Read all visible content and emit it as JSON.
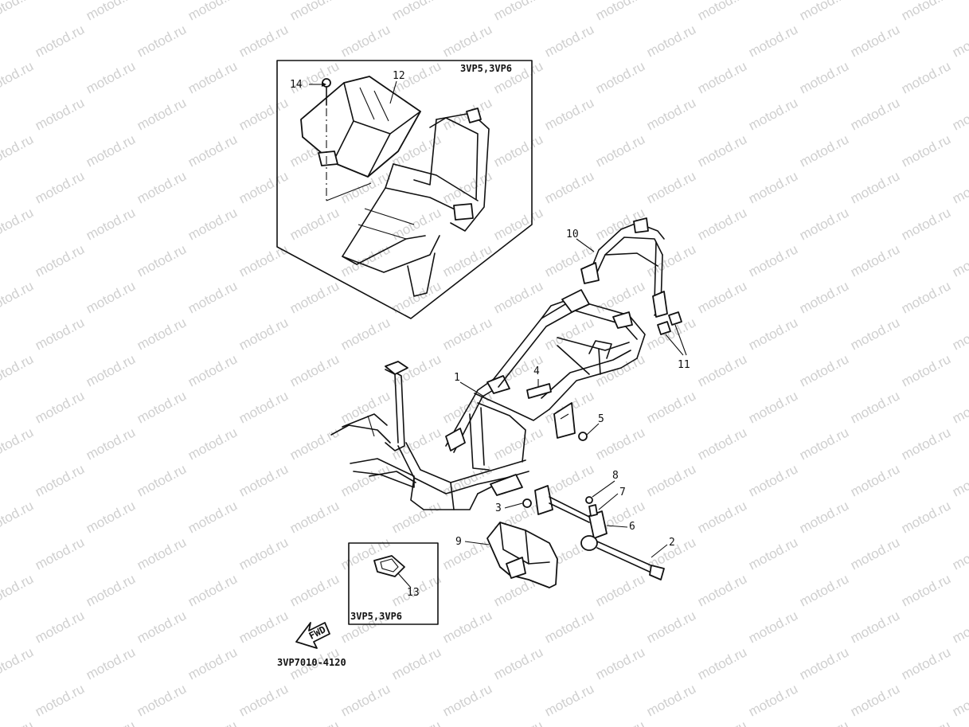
{
  "watermark": "motod.ru",
  "diagram_code": "3VP7010-4120",
  "fwd_label": "FWD",
  "inset_top": {
    "label": "3VP5,3VP6"
  },
  "inset_bottom": {
    "label": "3VP5,3VP6"
  },
  "callouts": {
    "c1": "1",
    "c2": "2",
    "c3": "3",
    "c4": "4",
    "c5": "5",
    "c6": "6",
    "c7": "7",
    "c8": "8",
    "c9": "9",
    "c10": "10",
    "c11": "11",
    "c12": "12",
    "c13": "13",
    "c14": "14"
  }
}
